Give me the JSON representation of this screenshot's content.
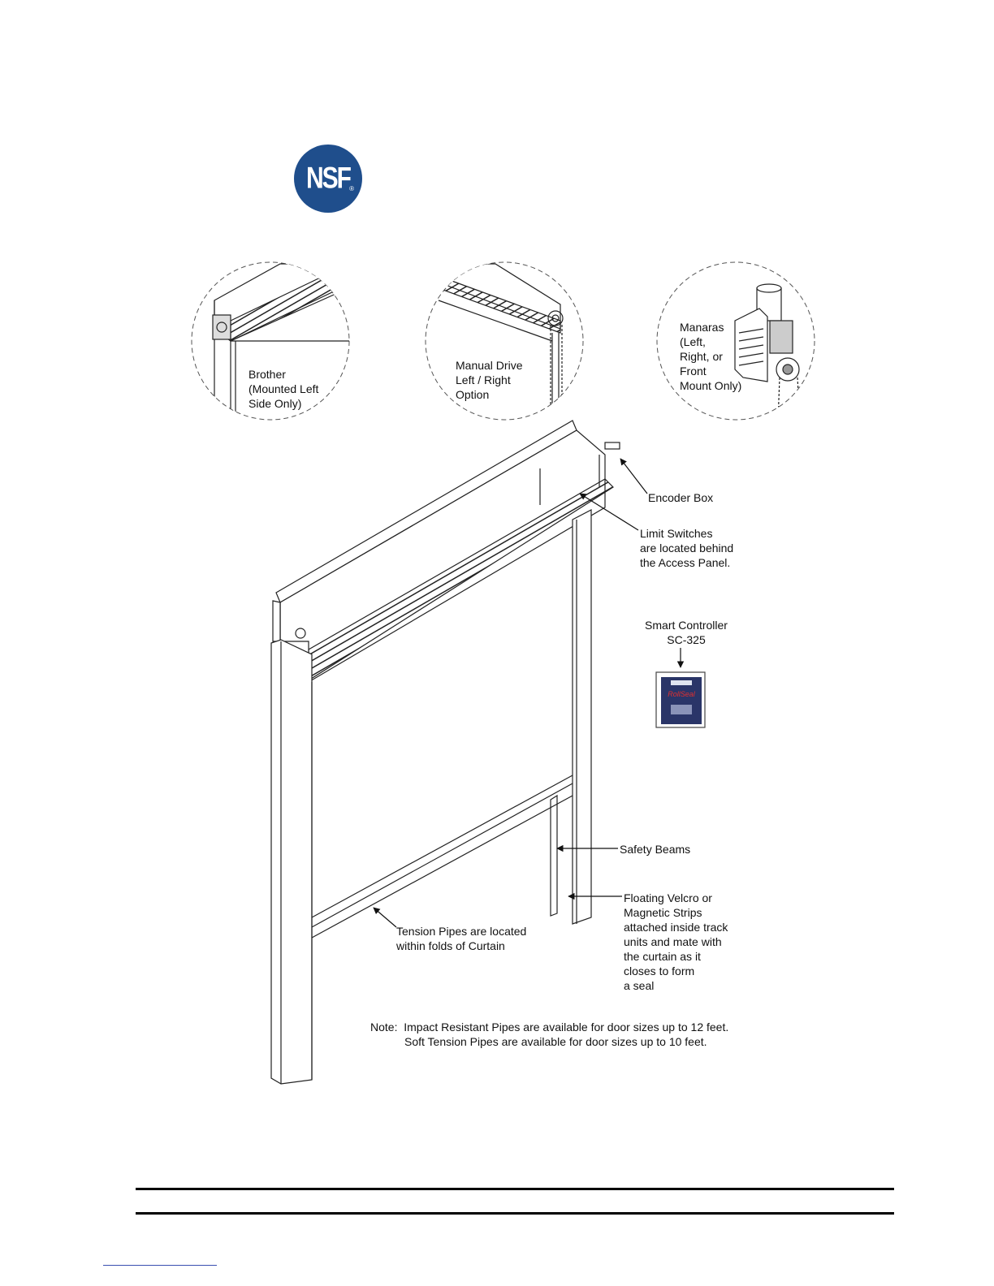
{
  "logo": {
    "text": "NSF",
    "mark": "®",
    "color": "#1f4e8c"
  },
  "callouts": {
    "brother": "Brother\n(Mounted Left\nSide Only)",
    "manual_drive": "Manual Drive\nLeft / Right\nOption",
    "manaras": "Manaras\n(Left,\nRight, or\nFront\nMount Only)",
    "encoder_box": "Encoder Box",
    "limit_switches": "Limit Switches\nare located behind\nthe Access Panel.",
    "smart_controller": "Smart Controller\nSC-325",
    "safety_beams": "Safety Beams",
    "floating_velcro": "Floating Velcro or\nMagnetic Strips\nattached inside track\nunits and mate with\nthe curtain as it\ncloses to form\na seal",
    "tension_pipes": "Tension Pipes are located\nwithin folds of Curtain"
  },
  "note": {
    "line1": "Note:  Impact Resistant Pipes are available for door sizes up to 12 feet.",
    "line2": "Soft Tension Pipes are available for door sizes up to 10 feet."
  },
  "controller": {
    "brand_text": "RollSeal"
  }
}
